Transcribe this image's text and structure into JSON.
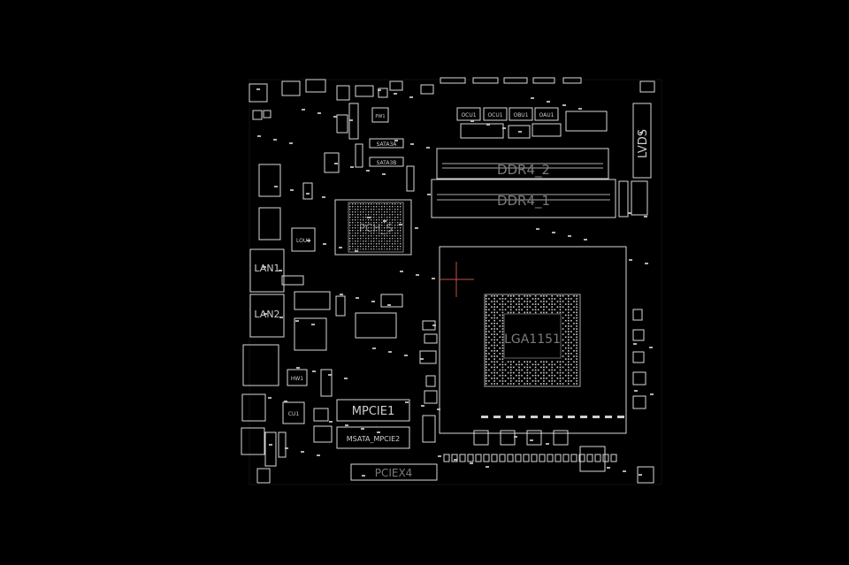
{
  "board": {
    "components": {
      "ddr4_2": "DDR4_2",
      "ddr4_1": "DDR4_1",
      "lvds": "LVDS",
      "pch": "PCH_S",
      "cpu_socket": "LGA1151",
      "lan1": "LAN1",
      "lan2": "LAN2",
      "mpcie1": "MPCIE1",
      "msata": "MSATA_MPCIE2",
      "pciex4": "PCIEX4",
      "lou1": "LOU1",
      "cu1": "CU1",
      "hw1": "HW1",
      "pw1": "PW1",
      "sata1": "SATA3A",
      "sata2": "SATA3B",
      "ocu1": "OCU1",
      "ocu2": "OCU1",
      "obu1": "OBU1",
      "oau1": "OAU1"
    },
    "colors": {
      "background": "#000000",
      "silkscreen": "#d8d8d8",
      "marker": "#c0504d"
    }
  }
}
